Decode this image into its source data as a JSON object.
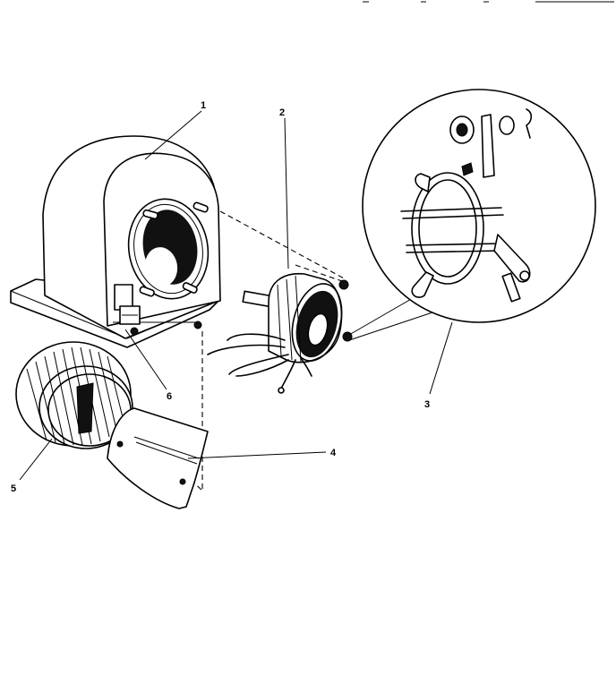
{
  "callouts": {
    "c1": "1",
    "c2": "2",
    "c3": "3",
    "c4": "4",
    "c5": "5",
    "c6": "6"
  },
  "parts": [
    {
      "callout": "1",
      "icon": "blower-housing-icon"
    },
    {
      "callout": "2",
      "icon": "blower-motor-icon"
    },
    {
      "callout": "3",
      "icon": "motor-mount-bracket-icon"
    },
    {
      "callout": "4",
      "icon": "cutoff-plate-icon"
    },
    {
      "callout": "5",
      "icon": "blower-wheel-icon"
    },
    {
      "callout": "6",
      "icon": "capacitor-icon"
    }
  ],
  "colors": {
    "ink": "#000000",
    "paper": "#ffffff"
  }
}
